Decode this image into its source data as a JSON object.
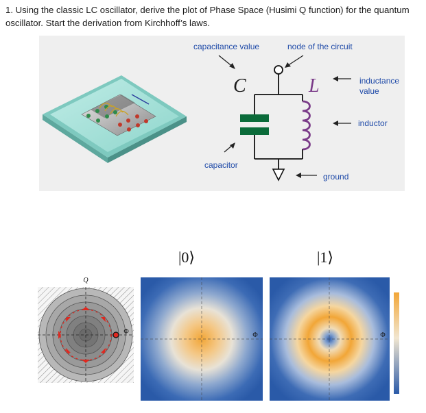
{
  "question": {
    "line1": "1. Using the classic LC oscillator, derive  the plot of Phase Space (Husimi Q function) for the quantum",
    "line2": "oscillator. Start the derivation from Kirchhoff’s laws."
  },
  "circuit": {
    "capacitance_value_label": "capacitance value",
    "node_label": "node of the circuit",
    "C_symbol": "C",
    "L_symbol": "L",
    "inductance_value_line1": "inductance",
    "inductance_value_line2": "value",
    "inductor_label": "inductor",
    "capacitor_label": "capacitor",
    "ground_label": "ground",
    "colors": {
      "capacitor": "#0b6b3a",
      "inductor": "#7a3a88",
      "label_blue": "#1f4aa8"
    }
  },
  "phase_space": {
    "state0_label": "|0⟩",
    "state1_label": "|1⟩",
    "q_axis": "Q",
    "phi_axis": "Φ",
    "colors": {
      "low": "#2a5fb0",
      "mid": "#f5e6c8",
      "high": "#f2a637",
      "arrow": "#e0281f"
    }
  }
}
